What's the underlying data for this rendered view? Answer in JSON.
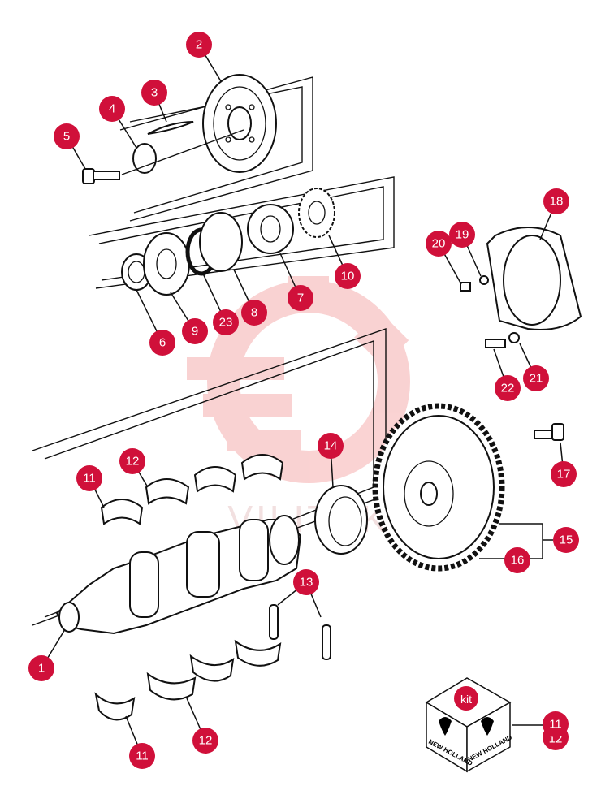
{
  "watermark": {
    "text": "VILITEK",
    "color": "#f2b8b8"
  },
  "accent_color": "#d0103a",
  "callouts": [
    {
      "id": "c1",
      "label": "1"
    },
    {
      "id": "c2",
      "label": "2"
    },
    {
      "id": "c3",
      "label": "3"
    },
    {
      "id": "c4",
      "label": "4"
    },
    {
      "id": "c5",
      "label": "5"
    },
    {
      "id": "c6",
      "label": "6"
    },
    {
      "id": "c7",
      "label": "7"
    },
    {
      "id": "c8",
      "label": "8"
    },
    {
      "id": "c9",
      "label": "9"
    },
    {
      "id": "c10",
      "label": "10"
    },
    {
      "id": "c11a",
      "label": "11"
    },
    {
      "id": "c11b",
      "label": "11"
    },
    {
      "id": "c11c",
      "label": "11"
    },
    {
      "id": "c12a",
      "label": "12"
    },
    {
      "id": "c12b",
      "label": "12"
    },
    {
      "id": "c12c",
      "label": "12"
    },
    {
      "id": "c13",
      "label": "13"
    },
    {
      "id": "c14",
      "label": "14"
    },
    {
      "id": "c15",
      "label": "15"
    },
    {
      "id": "c16",
      "label": "16"
    },
    {
      "id": "c17",
      "label": "17"
    },
    {
      "id": "c18",
      "label": "18"
    },
    {
      "id": "c19",
      "label": "19"
    },
    {
      "id": "c20",
      "label": "20"
    },
    {
      "id": "c21",
      "label": "21"
    },
    {
      "id": "c22",
      "label": "22"
    },
    {
      "id": "c23",
      "label": "23"
    }
  ],
  "kit": {
    "label": "kit",
    "brand_left": "NEW HOLLAND",
    "brand_right": "NEW HOLLAND"
  }
}
